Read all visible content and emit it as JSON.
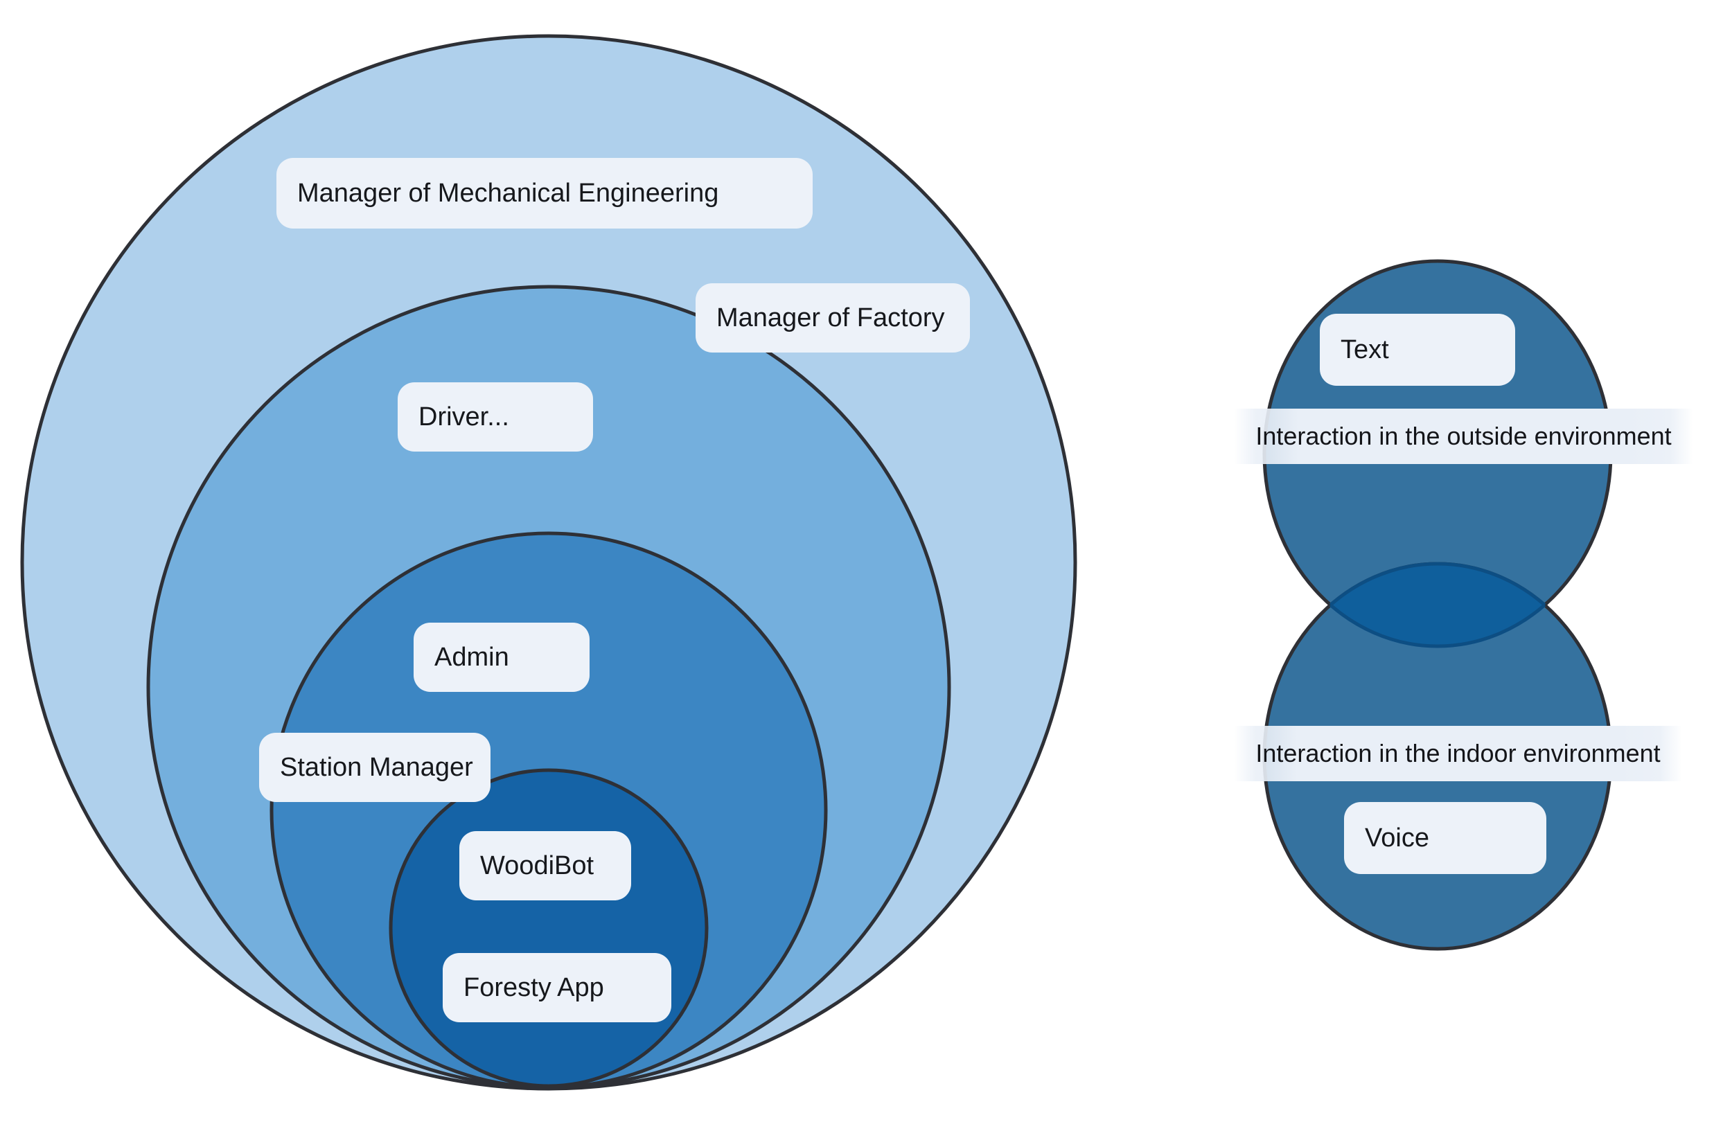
{
  "canvas": {
    "background": "#FFFFFF"
  },
  "style": {
    "outline": "#2E3036",
    "label_box_fill": "#EDF2F9",
    "caption_band_fill": "#E9EFF7",
    "text_color": "#16181C"
  },
  "onion": {
    "rings": [
      {
        "name": "outer",
        "fill": "#AFD0EC",
        "labels": [
          "Manager of Mechanical Engineering"
        ]
      },
      {
        "name": "second",
        "fill": "#74AFDD",
        "labels": [
          "Manager of Factory",
          "Driver..."
        ]
      },
      {
        "name": "third",
        "fill": "#3C86C3",
        "labels": [
          "Admin",
          "Station Manager"
        ]
      },
      {
        "name": "inner",
        "fill": "#1563A6",
        "labels": [
          "WoodiBot",
          "Foresty App"
        ]
      }
    ]
  },
  "venn": {
    "circle_fill": "#35729F",
    "overlap_fill": "#0F5F9C",
    "overlap_stroke": "#0D4E83",
    "top_label": "Text",
    "bottom_label": "Voice",
    "top_caption": "Interaction in the outside environment",
    "bottom_caption": "Interaction in the indoor environment"
  }
}
